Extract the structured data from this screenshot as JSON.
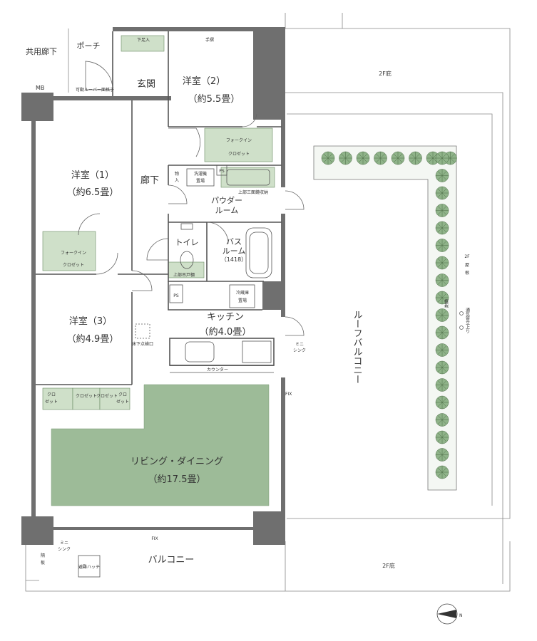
{
  "rooms": {
    "western2": {
      "name": "洋室（2）",
      "area": "（約5.5畳）"
    },
    "western1": {
      "name": "洋室（1）",
      "area": "（約6.5畳）"
    },
    "western3": {
      "name": "洋室（3）",
      "area": "（約4.9畳）"
    },
    "entrance": "玄関",
    "corridor": "廊下",
    "powder": {
      "line1": "パウダー",
      "line2": "ルーム"
    },
    "toilet": "トイレ",
    "bath": {
      "line1": "バス",
      "line2": "ルーム",
      "size": "（1418）"
    },
    "kitchen": {
      "name": "キッチン",
      "area": "（約4.0畳）"
    },
    "living": {
      "name": "リビング・ダイニング",
      "area": "（約17.5畳）"
    },
    "porch": "ポーチ",
    "common_corridor": "共用廊下",
    "balcony": "バルコニー",
    "roof_balcony": "ルーフバルコニー"
  },
  "small_labels": {
    "mb": "MB",
    "louver": "可動ルーバー面格子",
    "tesuri": "手摺",
    "shoe_box": "下足入",
    "wic": {
      "line1": "フォークイン",
      "line2": "クロゼット"
    },
    "wic2": {
      "line1": "フォークイン",
      "line2": "クロゼット"
    },
    "storage": {
      "line1": "物",
      "line2": "入"
    },
    "washer": {
      "line1": "洗濯機",
      "line2": "置場"
    },
    "ps": "PS",
    "ps2": "PS",
    "upper_storage": "上部三面鏡収納",
    "upper_shelf": "上部吊戸棚",
    "fridge": {
      "line1": "冷蔵庫",
      "line2": "置場"
    },
    "inspection": "床下点検口",
    "counter": "カウンター",
    "closet": "クロゼット",
    "closet_short": {
      "line1": "クロ",
      "line2": "ゼット"
    },
    "fix": "FIX",
    "mini_sink": {
      "line1": "ミニ",
      "line2": "シンク"
    },
    "escape_hatch": "避難ハッチ",
    "partition": {
      "line1": "隔",
      "line2": "板"
    },
    "floor_2f": "2F庇",
    "roof_2f": {
      "line1": "2F",
      "line2": "屋",
      "line3": "根"
    },
    "vent": {
      "line1": "通気管立上り"
    },
    "planter": "植栽",
    "n": "N"
  },
  "colors": {
    "wall": "#6f6f6f",
    "wall_dark": "#4d4d4d",
    "green_fill": "#9dbb98",
    "closet_fill": "#cfe0c9",
    "line": "#555555"
  }
}
